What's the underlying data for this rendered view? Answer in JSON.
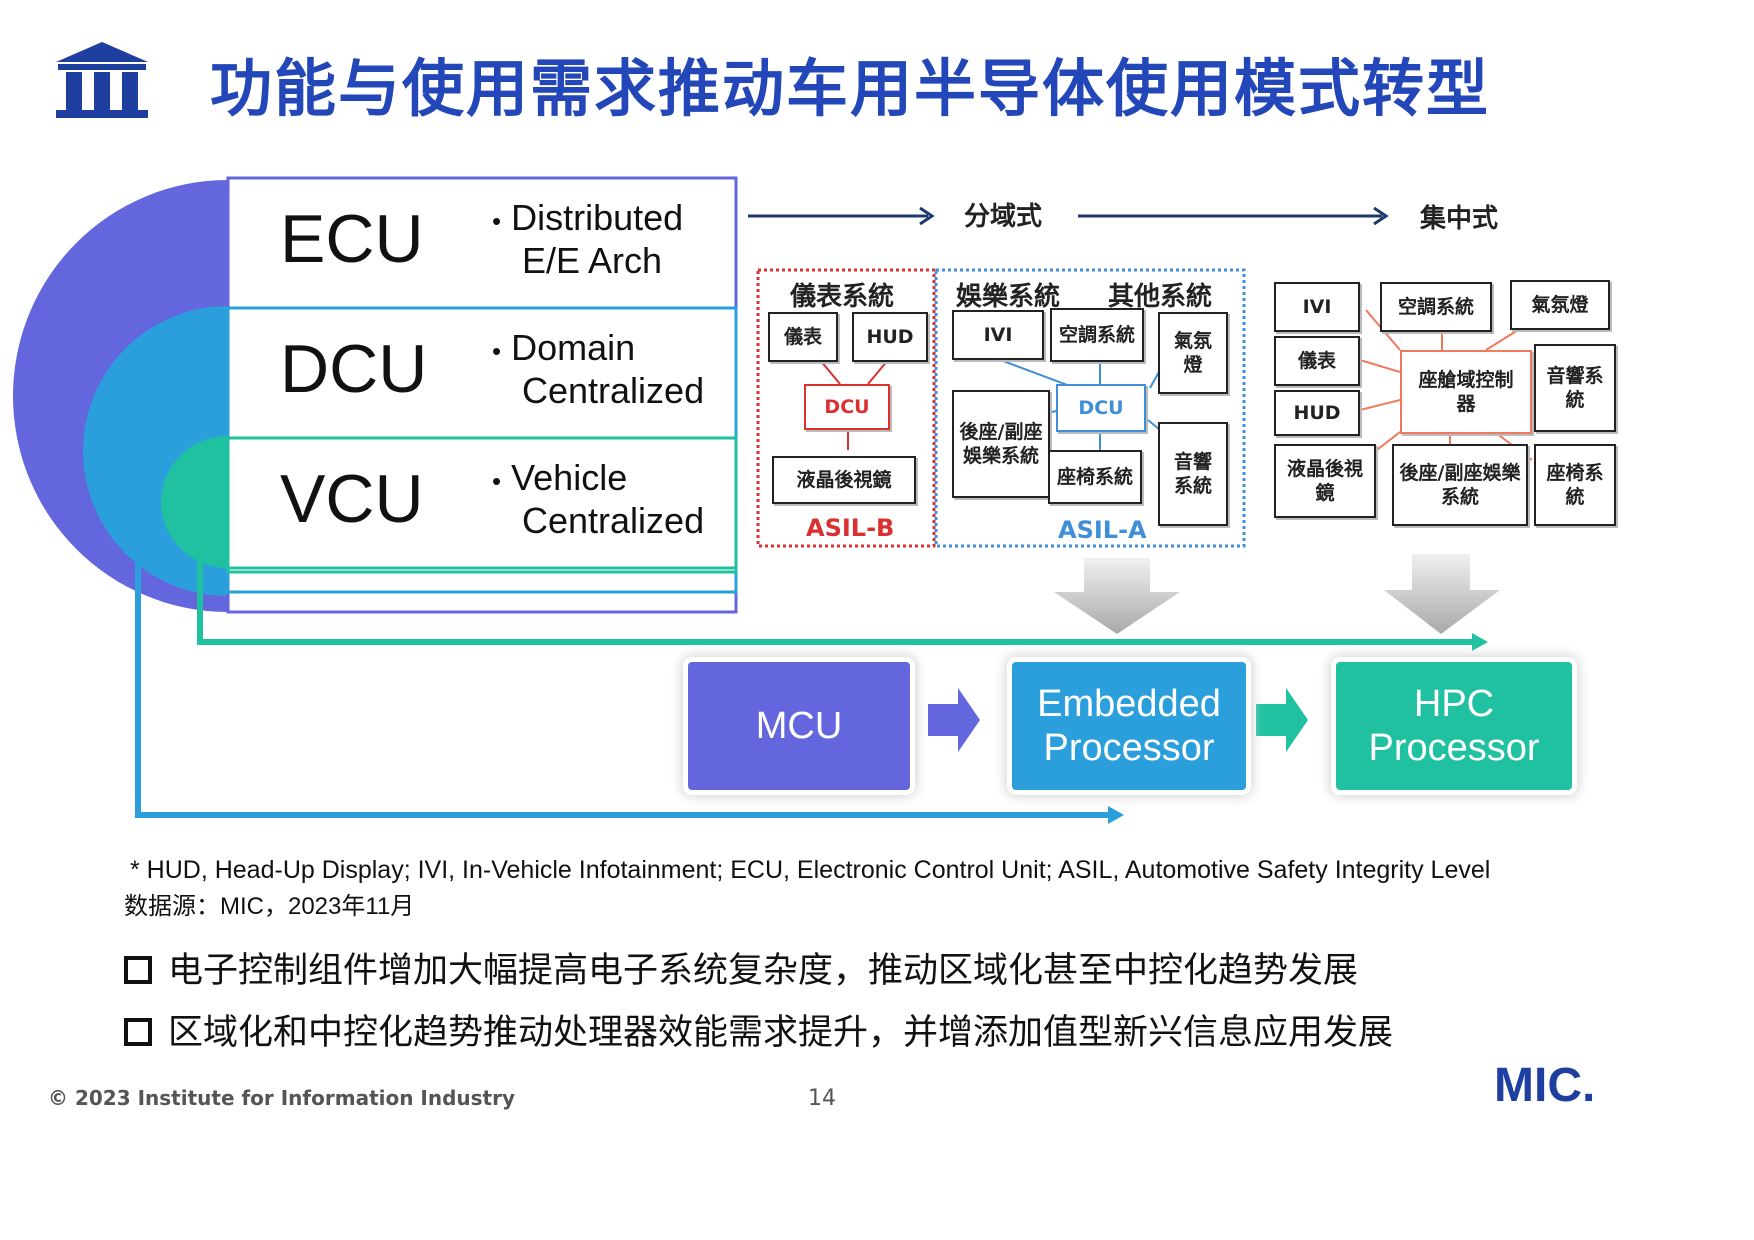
{
  "title": "功能与使用需求推动车用半导体使用模式转型",
  "architectures": [
    {
      "label": "ECU",
      "desc_line1": "Distributed",
      "desc_line2": "E/E Arch"
    },
    {
      "label": "DCU",
      "desc_line1": "Domain",
      "desc_line2": "Centralized"
    },
    {
      "label": "VCU",
      "desc_line1": "Vehicle",
      "desc_line2": "Centralized"
    }
  ],
  "flow_labels": {
    "domain": "分域式",
    "central": "集中式"
  },
  "domain_diagram": {
    "sec1": "儀表系統",
    "sec2": "娛樂系統",
    "sec3": "其他系統",
    "yibiao": "儀表",
    "hud": "HUD",
    "dcu1": "DCU",
    "lcd": "液晶後視鏡",
    "asil_b": "ASIL-B",
    "ivi": "IVI",
    "ac": "空調系統",
    "qifen": "氣氛燈",
    "rear_ent": "後座/副座娛樂系統",
    "dcu2": "DCU",
    "seat": "座椅系統",
    "audio": "音響系統",
    "asil_a": "ASIL-A"
  },
  "central_diagram": {
    "ivi": "IVI",
    "ac": "空調系統",
    "qifen": "氣氛燈",
    "yibiao": "儀表",
    "hud": "HUD",
    "cockpit": "座艙域控制器",
    "audio": "音響系統",
    "lcd": "液晶後視鏡",
    "rear_ent": "後座/副座娛樂系統",
    "seat": "座椅系統"
  },
  "processors": {
    "mcu": "MCU",
    "embedded": "Embedded Processor",
    "hpc": "HPC Processor"
  },
  "colors": {
    "title": "#2347b8",
    "purple": "#6366dc",
    "blue": "#2b9fdc",
    "teal": "#1fc1a0",
    "red": "#d93030",
    "dblue": "#3e8ed8"
  },
  "footnote": "*  HUD, Head-Up Display; IVI, In-Vehicle Infotainment; ECU, Electronic Control Unit; ASIL, Automotive Safety Integrity Level",
  "source": "数据源：MIC，2023年11月",
  "points": [
    "电子控制组件增加大幅提高电子系统复杂度，推动区域化甚至中控化趋势发展",
    "区域化和中控化趋势推动处理器效能需求提升，并增添加值型新兴信息应用发展"
  ],
  "copyright": "© 2023 Institute for Information Industry",
  "page_number": "14",
  "brand": "MIC."
}
